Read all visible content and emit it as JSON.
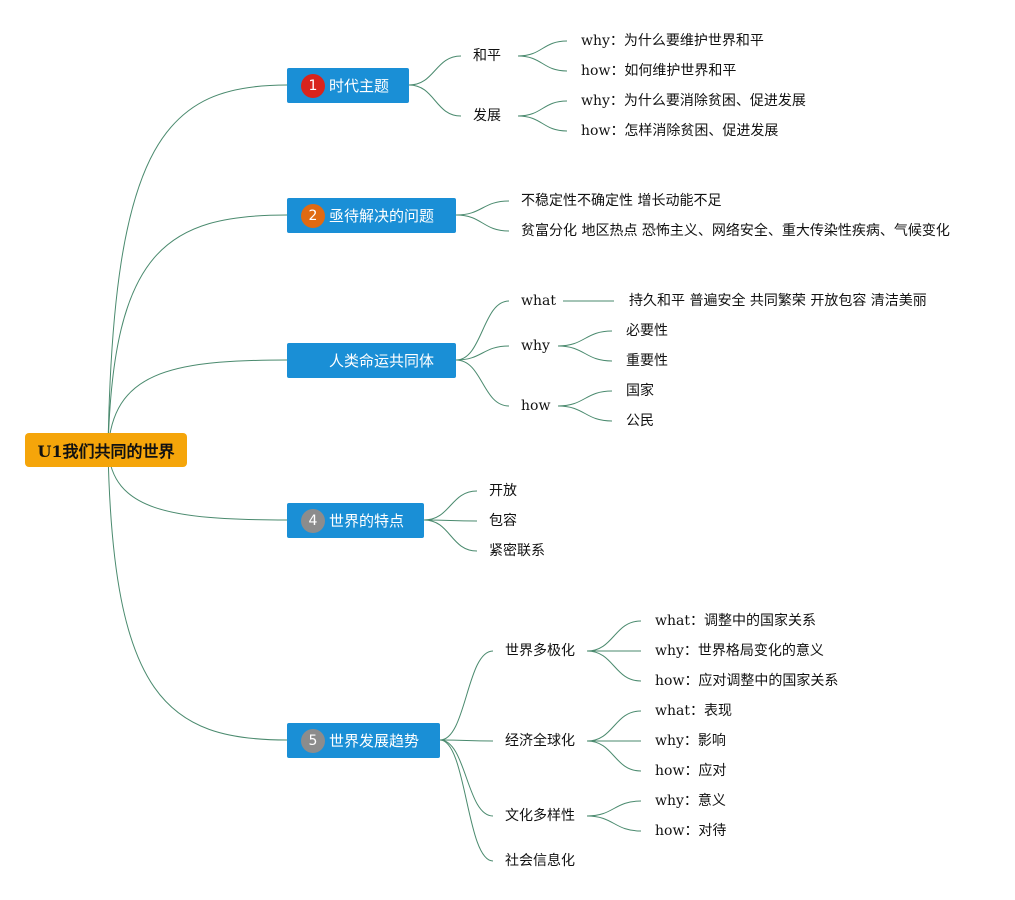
{
  "root": {
    "label": "U1我们共同的世界"
  },
  "colors": {
    "root": "#f5a50a",
    "node": "#1a8fd6",
    "link": "#4a8a6e",
    "badge_red": "#d9241c",
    "badge_orange": "#e06a12",
    "badge_gray": "#8c8c8c"
  },
  "branches": [
    {
      "badge": "1",
      "label": "时代主题",
      "children": [
        {
          "label": "和平",
          "children": [
            "why：为什么要维护世界和平",
            "how：如何维护世界和平"
          ]
        },
        {
          "label": "发展",
          "children": [
            "why：为什么要消除贫困、促进发展",
            "how：怎样消除贫困、促进发展"
          ]
        }
      ]
    },
    {
      "badge": "2",
      "label": "亟待解决的问题",
      "children": [
        {
          "label": "不稳定性不确定性    增长动能不足"
        },
        {
          "label": "贫富分化  地区热点  恐怖主义、网络安全、重大传染性疾病、气候变化"
        }
      ]
    },
    {
      "badge": "",
      "label": "人类命运共同体",
      "children": [
        {
          "label": "what",
          "children": [
            "持久和平  普遍安全  共同繁荣  开放包容  清洁美丽"
          ]
        },
        {
          "label": "why",
          "children": [
            "必要性",
            "重要性"
          ]
        },
        {
          "label": "how",
          "children": [
            "国家",
            "公民"
          ]
        }
      ]
    },
    {
      "badge": "4",
      "label": "世界的特点",
      "children": [
        {
          "label": "开放"
        },
        {
          "label": "包容"
        },
        {
          "label": "紧密联系"
        }
      ]
    },
    {
      "badge": "5",
      "label": "世界发展趋势",
      "children": [
        {
          "label": "世界多极化",
          "children": [
            "what：调整中的国家关系",
            "why：世界格局变化的意义",
            "how：应对调整中的国家关系"
          ]
        },
        {
          "label": "经济全球化",
          "children": [
            "what：表现",
            "why：影响",
            "how：应对"
          ]
        },
        {
          "label": "文化多样性",
          "children": [
            "why：意义",
            "how：对待"
          ]
        },
        {
          "label": "社会信息化"
        }
      ]
    }
  ]
}
